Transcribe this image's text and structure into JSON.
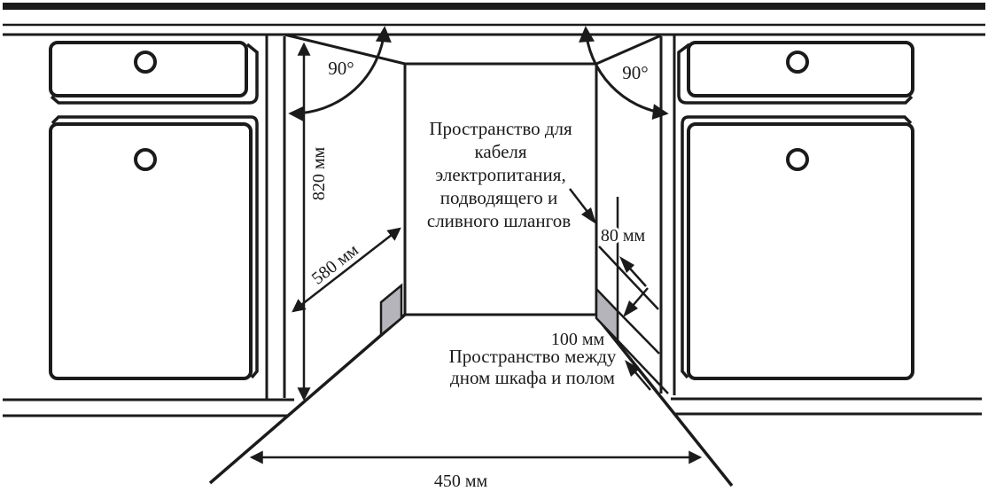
{
  "diagram": {
    "angle_labels": {
      "left": "90°",
      "right": "90°"
    },
    "dimensions": {
      "niche_height": "820 мм",
      "niche_depth": "580 мм",
      "hose_space_width": "80 мм",
      "floor_gap_height": "100 мм",
      "niche_width": "450 мм"
    },
    "callouts": {
      "hose_space": {
        "lines": [
          "Пространство для",
          "кабеля",
          "электропитания,",
          "подводящего и",
          "сливного шлангов"
        ]
      },
      "floor_gap": {
        "lines": [
          "Пространство между",
          "дном шкафа и полом"
        ]
      }
    },
    "colors": {
      "line": "#1b1b1b",
      "plinth_gray": "#b4b4ba",
      "background": "#ffffff"
    }
  }
}
